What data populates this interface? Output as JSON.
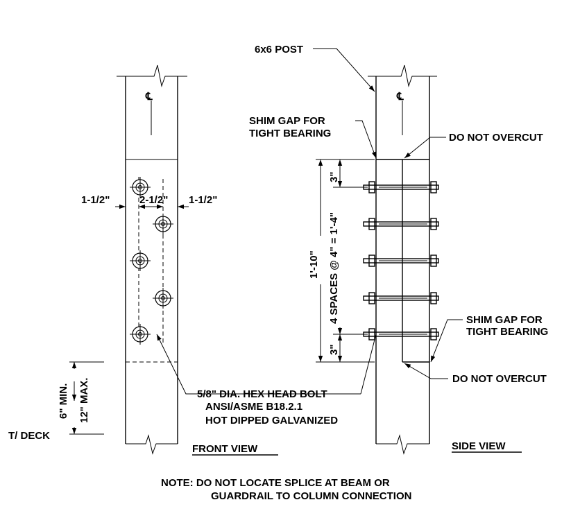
{
  "labels": {
    "post": "6x6 POST",
    "centerline_front": "℄",
    "centerline_side": "℄",
    "shim_top_1": "SHIM GAP FOR",
    "shim_top_2": "TIGHT BEARING",
    "do_not_overcut_top": "DO NOT OVERCUT",
    "dim_edge_left": "1-1/2\"",
    "dim_middle": "2-1/2\"",
    "dim_edge_right": "1-1/2\"",
    "dim_overall": "1'-10\"",
    "dim_spaces": "4 SPACES @ 4\" = 1'-4\"",
    "dim_top_3": "3\"",
    "dim_bottom_3": "3\"",
    "shim_bottom_1": "SHIM GAP FOR",
    "shim_bottom_2": "TIGHT BEARING",
    "do_not_overcut_bottom": "DO NOT OVERCUT",
    "bolt_1": "5/8\" DIA. HEX HEAD BOLT",
    "bolt_2": "ANSI/ASME B18.2.1",
    "bolt_3": "HOT DIPPED GALVANIZED",
    "min_dim": "6\" MIN.",
    "max_dim": "12\" MAX.",
    "deck": "T/ DECK",
    "front_view": "FRONT VIEW",
    "side_view": "SIDE VIEW",
    "note_1": "NOTE: DO NOT LOCATE SPLICE AT BEAM  OR",
    "note_2": "GUARDRAIL TO COLUMN CONNECTION"
  }
}
